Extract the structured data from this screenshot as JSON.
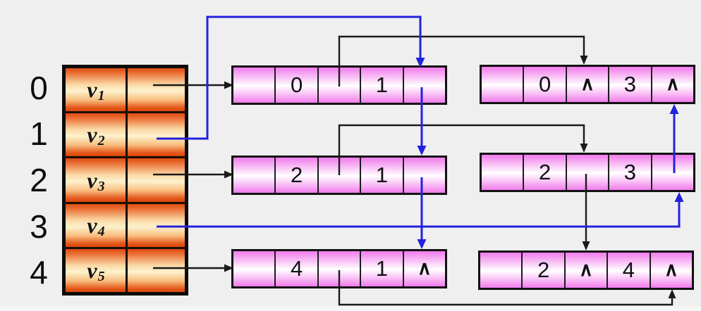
{
  "title": "adjacency-multilist-diagram",
  "colors": {
    "background": "#efefef",
    "line-black": "#1a1a1a",
    "line-blue": "#2222dd",
    "node-border": "#111111",
    "orange-cell-dark": "#d94708",
    "orange-cell-light": "#fdf2cd",
    "pink-cell": "#f07bec",
    "text": "#0d0d0d"
  },
  "vertex_table": {
    "rows": [
      {
        "index": "0",
        "label_base": "v",
        "label_sub": "1"
      },
      {
        "index": "1",
        "label_base": "v",
        "label_sub": "2"
      },
      {
        "index": "2",
        "label_base": "v",
        "label_sub": "3"
      },
      {
        "index": "3",
        "label_base": "v",
        "label_sub": "4"
      },
      {
        "index": "4",
        "label_base": "v",
        "label_sub": "5"
      }
    ]
  },
  "edge_nodes": [
    {
      "name": "edge-node-0-1",
      "cells": [
        "",
        "0",
        "",
        "1",
        ""
      ]
    },
    {
      "name": "edge-node-0-3",
      "cells": [
        "",
        "0",
        "∧",
        "3",
        "∧"
      ]
    },
    {
      "name": "edge-node-2-1",
      "cells": [
        "",
        "2",
        "",
        "1",
        ""
      ]
    },
    {
      "name": "edge-node-2-3",
      "cells": [
        "",
        "2",
        "",
        "3",
        ""
      ]
    },
    {
      "name": "edge-node-4-1",
      "cells": [
        "",
        "4",
        "",
        "1",
        "∧"
      ]
    },
    {
      "name": "edge-node-2-4",
      "cells": [
        "",
        "2",
        "∧",
        "4",
        "∧"
      ]
    }
  ]
}
